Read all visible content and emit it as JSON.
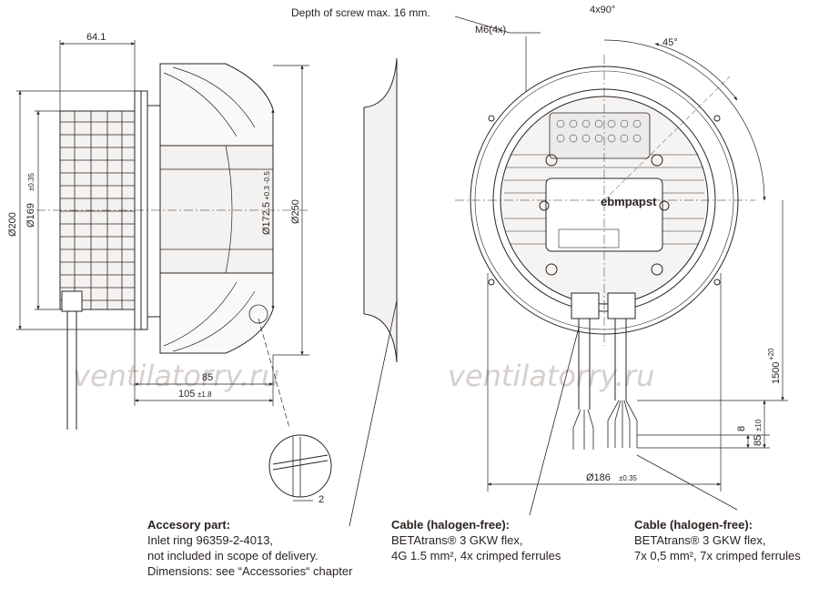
{
  "labels": {
    "top_note": "Depth of screw max. 16 mm.",
    "m6": "M6(4x)",
    "angle_4x90": "4x90°",
    "angle_45": "45°",
    "dim_64_1": "64.1",
    "dim_200": "Ø200",
    "dim_169": "Ø169",
    "dim_169_tol": "±0.35",
    "dim_172_5": "Ø172.5",
    "dim_172_5_tol": "+0.3 -0.5",
    "dim_250": "Ø250",
    "dim_85": "85",
    "dim_105": "105",
    "dim_105_tol": "±1.8",
    "dim_2": "2",
    "dim_186": "Ø186",
    "dim_186_tol": "±0.35",
    "dim_1500": "1500",
    "dim_1500_tol": "+20",
    "dim_8": "8",
    "dim_85b": "85",
    "dim_85b_tol": "±10",
    "brand": "ebmpapst"
  },
  "watermarks": [
    "ventilatorry.ru",
    "ventilatorry.ru"
  ],
  "notes": {
    "accessory": {
      "heading": "Accesory part:",
      "line1": "Inlet ring 96359-2-4013,",
      "line2": "not included in scope of delivery.",
      "line3": "Dimensions: see “Accessories“ chapter"
    },
    "cable1": {
      "heading": "Cable (halogen-free):",
      "line1": "BETAtrans® 3 GKW flex,",
      "line2": "4G 1.5 mm², 4x crimped ferrules"
    },
    "cable2": {
      "heading": "Cable (halogen-free):",
      "line1": "BETAtrans® 3 GKW flex,",
      "line2": "7x 0,5 mm², 7x crimped ferrules"
    }
  },
  "colors": {
    "line": "#2a2320",
    "watermark": "#d6d0cc"
  }
}
